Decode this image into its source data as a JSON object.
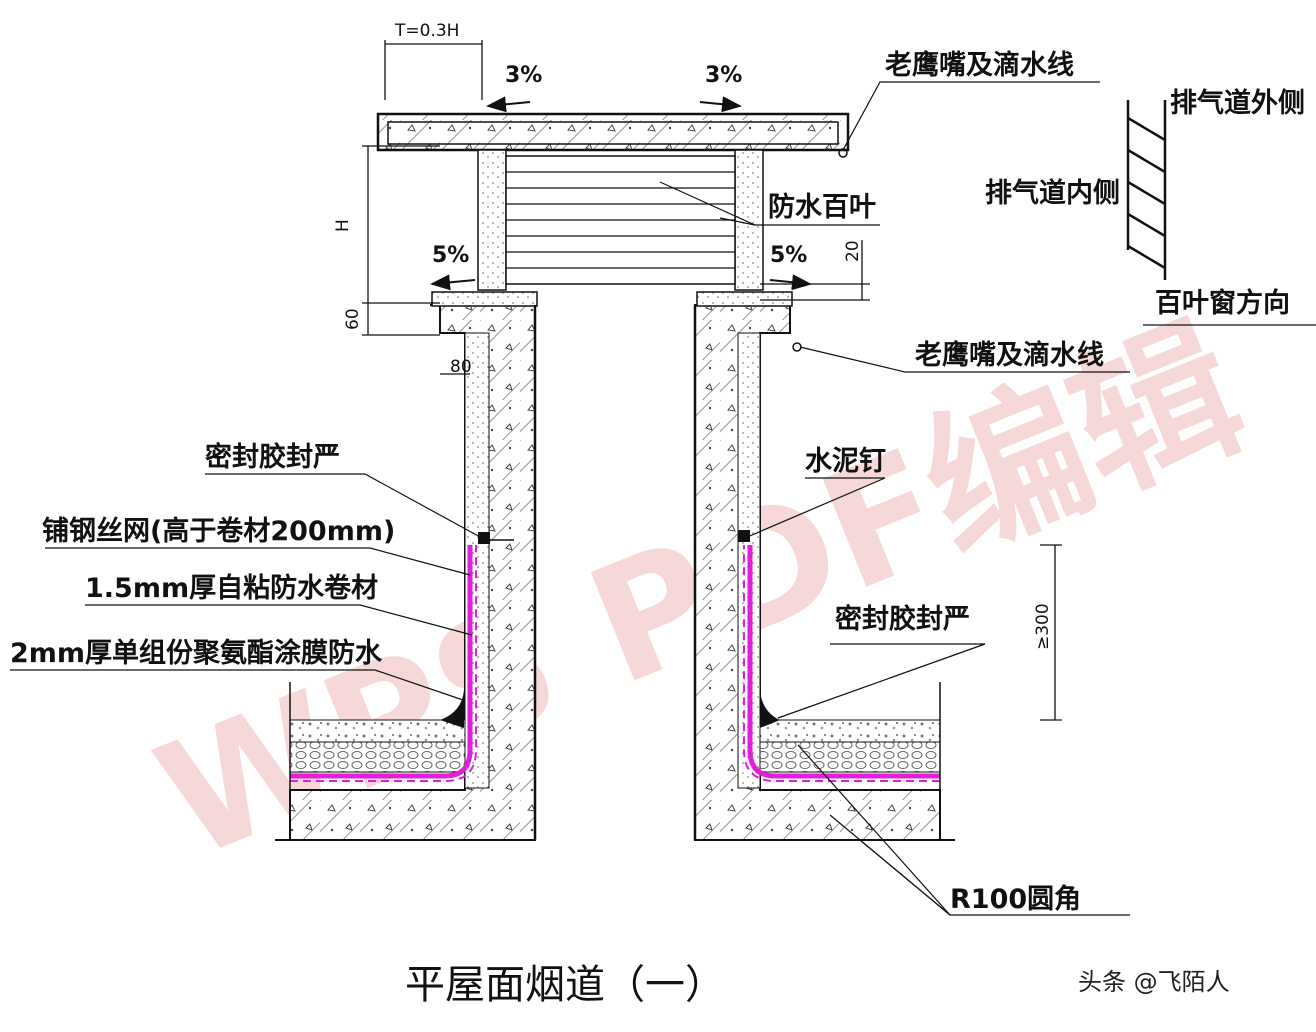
{
  "labels": {
    "t_dim": "T=0.3H",
    "slope_left_top": "3%",
    "slope_right_top": "3%",
    "drip_top": "老鹰嘴及滴水线",
    "louver": "防水百叶",
    "h_dim": "H",
    "slope_left_mid": "5%",
    "slope_right_mid": "5%",
    "dim_20": "20",
    "dim_60": "60",
    "dim_80": "80",
    "drip_mid": "老鹰嘴及滴水线",
    "sealant_left": "密封胶封严",
    "mesh": "铺钢丝网(高于卷材200mm)",
    "membrane": "1.5mm厚自粘防水卷材",
    "coating": "2mm厚单组份聚氨酯涂膜防水",
    "cement_nail": "水泥钉",
    "sealant_right": "密封胶封严",
    "dim_300": "≥300",
    "round_corner": "R100圆角",
    "exhaust_outer": "排气道外侧",
    "exhaust_inner": "排气道内侧",
    "louver_dir": "百叶窗方向"
  },
  "title": "平屋面烟道（一）",
  "watermark": "WPS PDF编辑",
  "source": "头条 @飞陌人",
  "colors": {
    "membrane": "#e020d8",
    "line": "#111111",
    "watermark": "#f2b9b9"
  }
}
